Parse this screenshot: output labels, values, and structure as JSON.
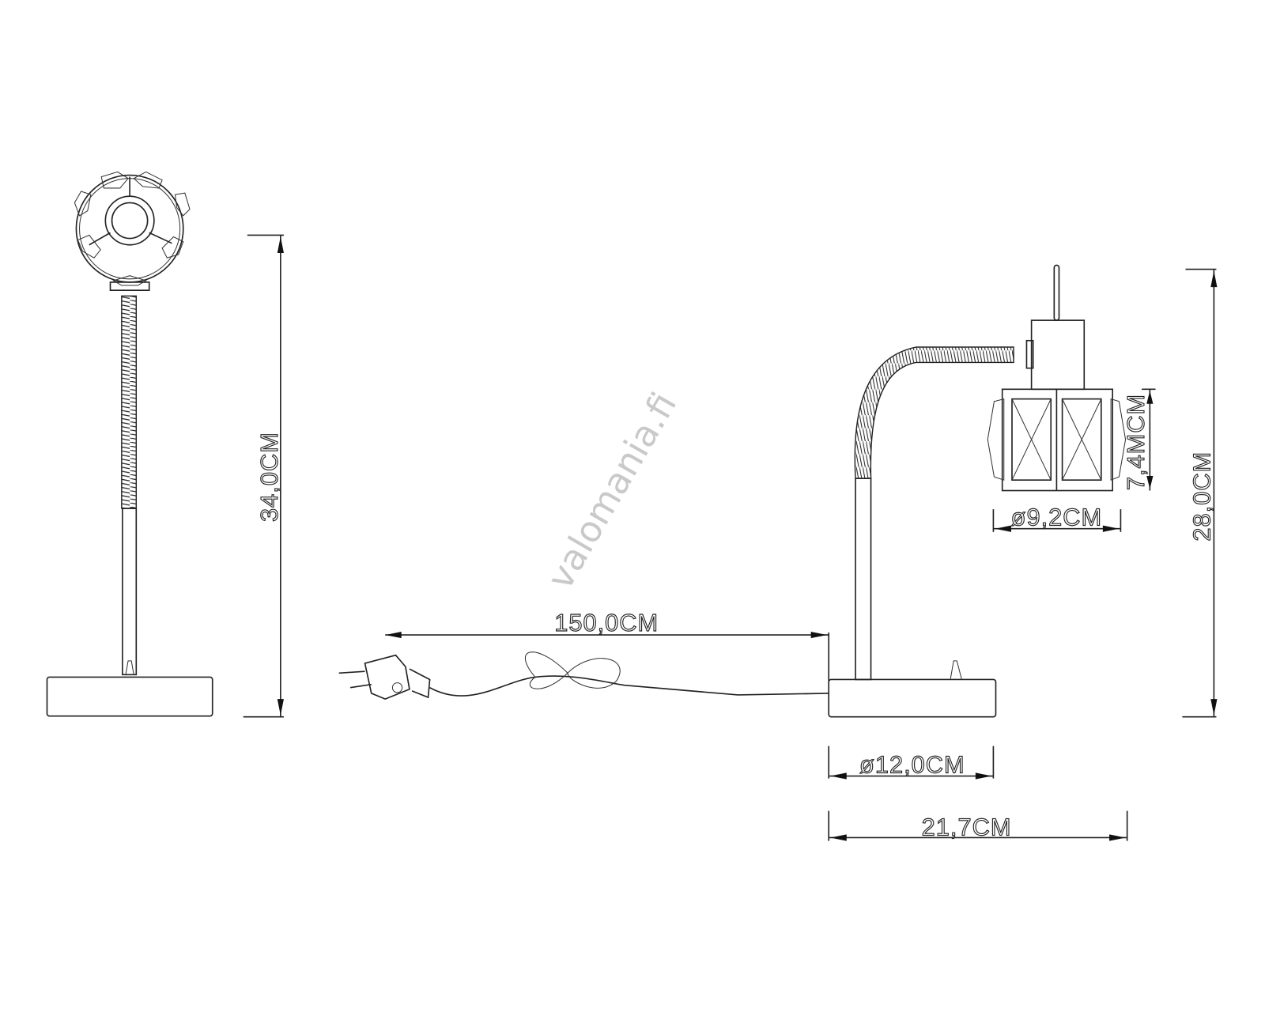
{
  "drawing": {
    "watermark": "valomania.fi",
    "dimensions": {
      "front_height": "34,0CM",
      "cable_length": "150,0CM",
      "side_height": "28,0CM",
      "shade_height": "7,4MCM",
      "shade_diameter": "ø9,2CM",
      "base_diameter": "ø12,0CM",
      "total_width": "21,7CM"
    }
  }
}
